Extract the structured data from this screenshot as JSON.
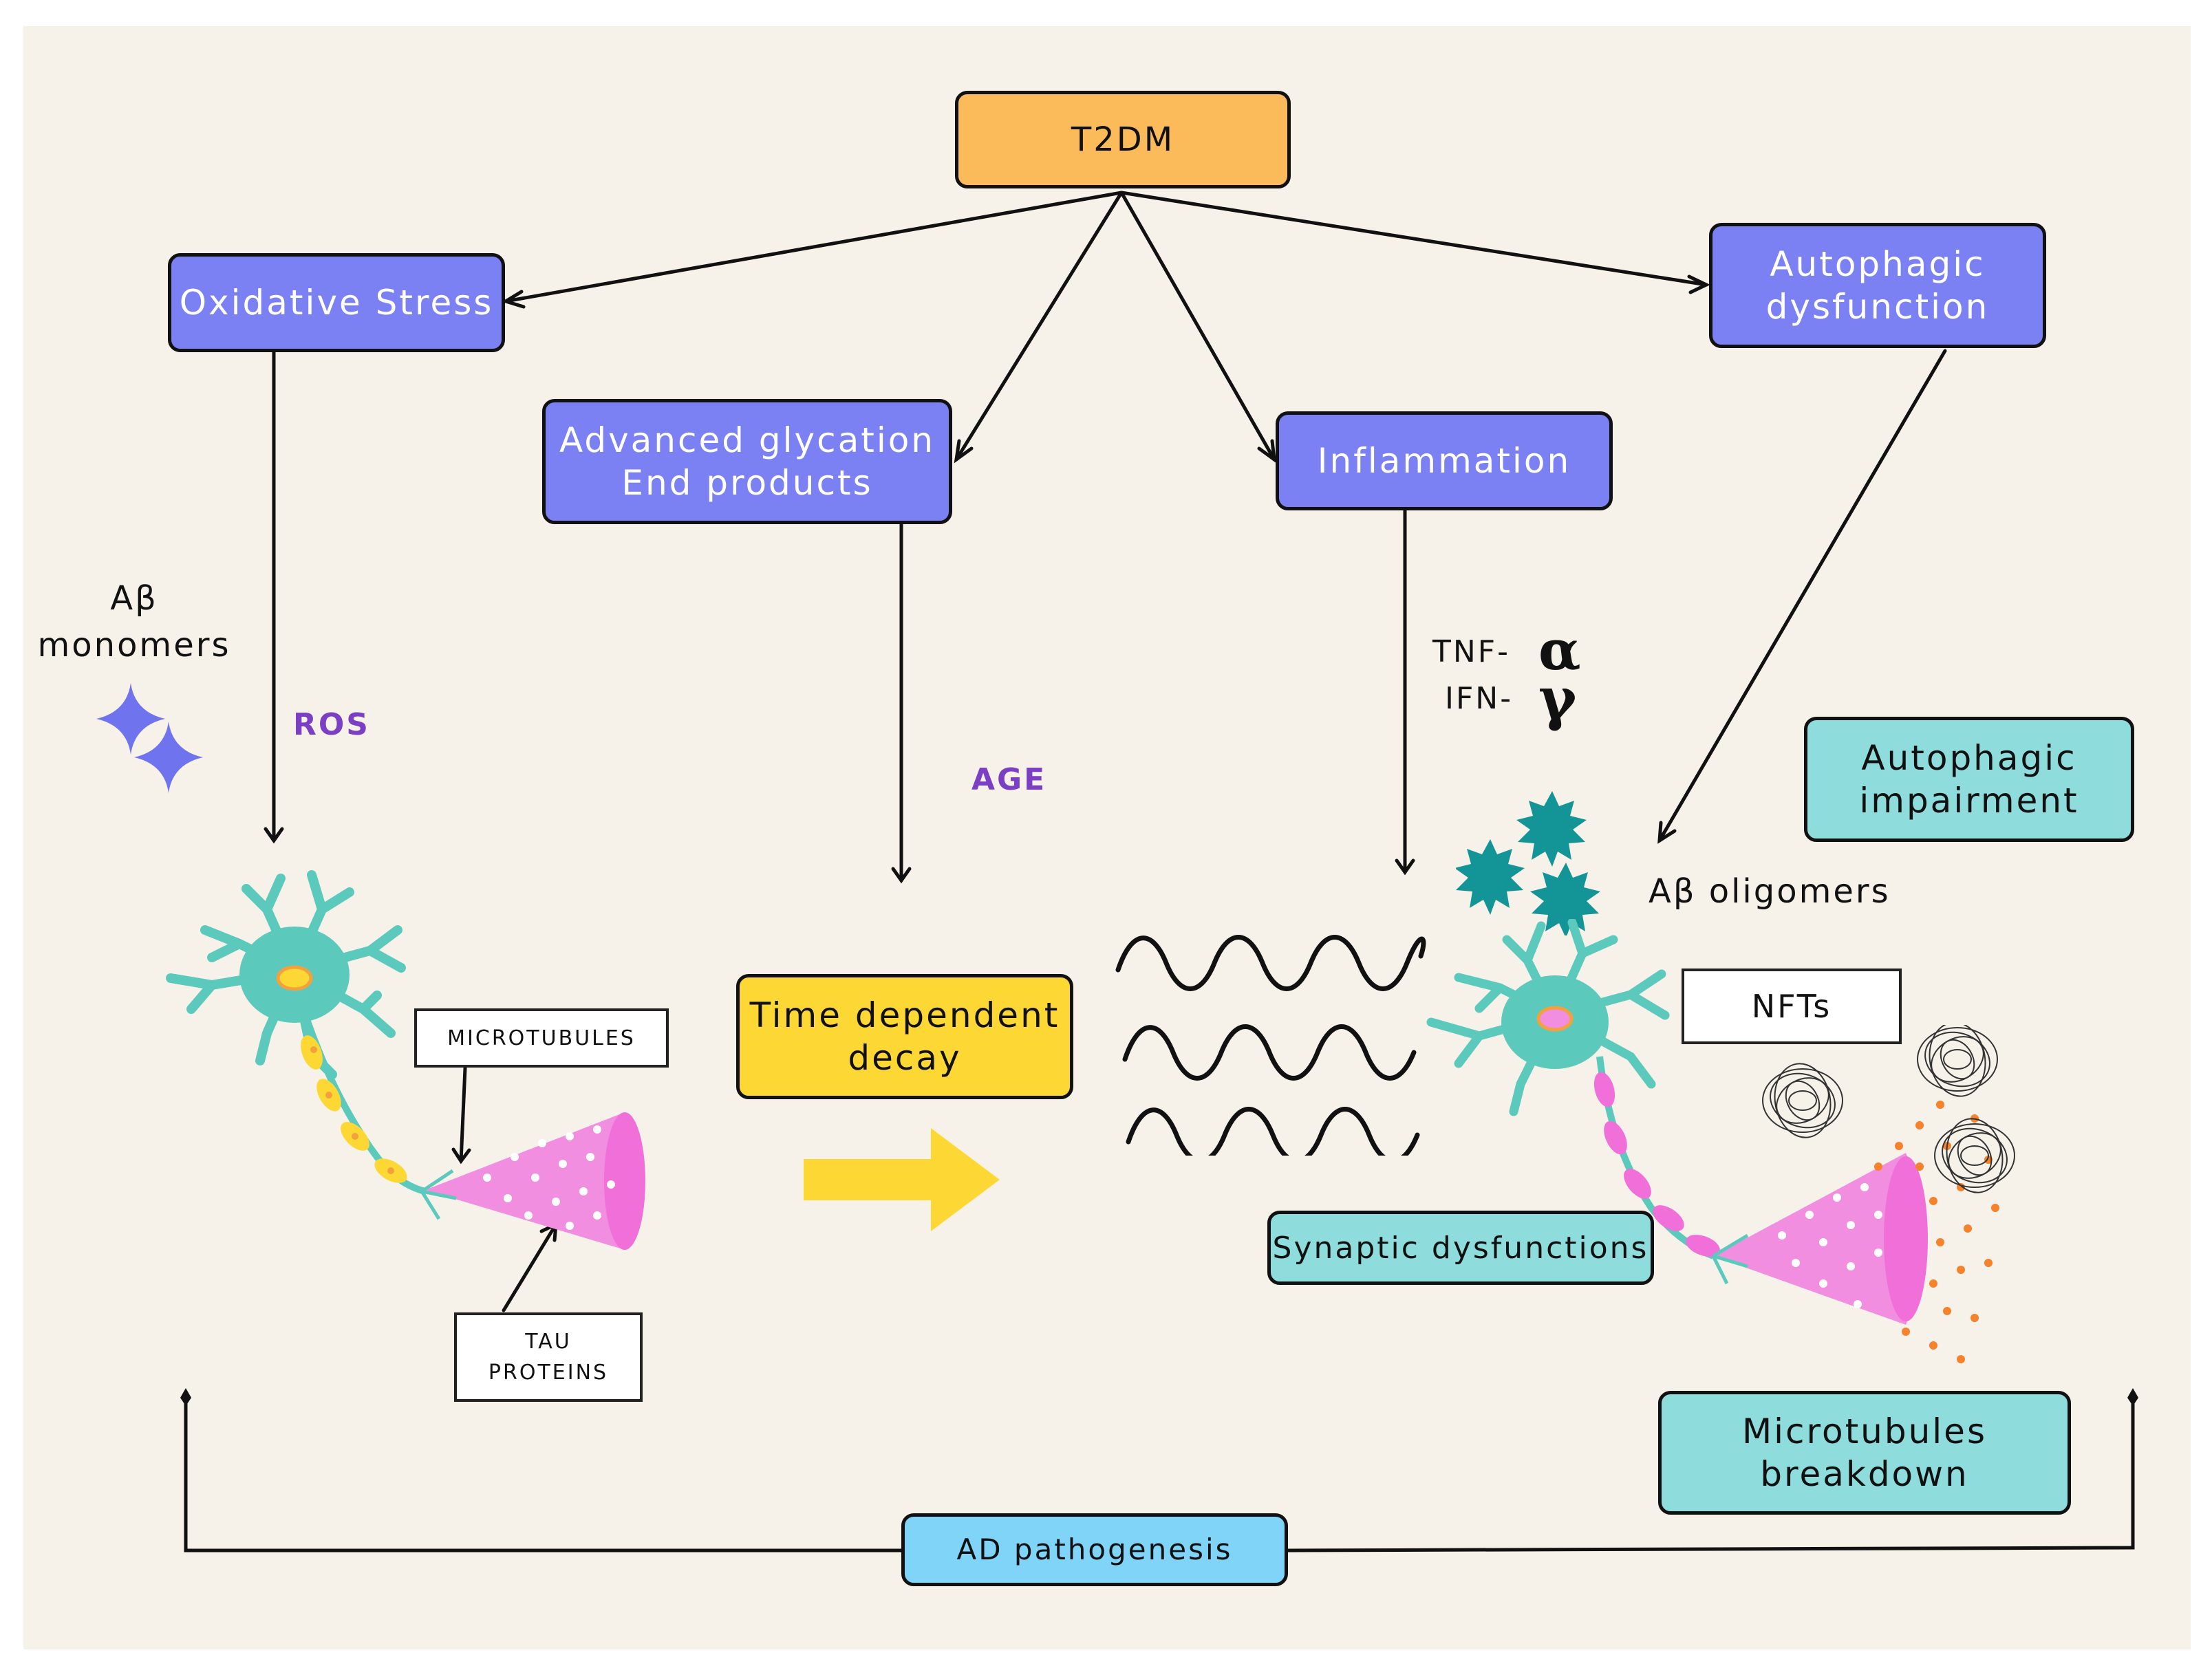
{
  "nodes": {
    "t2dm": "T2DM",
    "oxidative_stress": "Oxidative Stress",
    "age_products": "Advanced glycation\nEnd products",
    "inflammation": "Inflammation",
    "autophagic_dysfunction": "Autophagic\ndysfunction",
    "time_decay": "Time dependent\ndecay",
    "autophagic_impairment": "Autophagic\nimpairment",
    "synaptic_dysfunctions": "Synaptic dysfunctions",
    "microtubules_breakdown": "Microtubules\nbreakdown",
    "ad_pathogenesis": "AD pathogenesis"
  },
  "labels": {
    "ab_monomers": "Aβ\nmonomers",
    "ros": "ROS",
    "age": "AGE",
    "tnf": "TNF-",
    "ifn": "IFN-",
    "alpha": "α",
    "gamma": "γ",
    "ab_oligomers": "Aβ oligomers",
    "microtubules": "MICROTUBULES",
    "tau_proteins": "TAU\nPROTEINS",
    "nfts": "NFTs"
  },
  "colors": {
    "background": "#f6f2ea",
    "process_box": "#7b80f2",
    "outcome_box": "#8edcdb",
    "root_box": "#fbbb5a",
    "decay_box": "#fdd835",
    "pathogenesis_box": "#80d4f7",
    "neuron": "#5cc9bd",
    "axon_terminal": "#f28ee0",
    "ros_text": "#7b3fc4"
  },
  "icons": [
    "sparkle-star-icon",
    "neuron-icon",
    "damaged-neuron-icon",
    "yellow-arrow-icon",
    "wavy-line-icon",
    "spiky-cytokine-icon",
    "tangle-icon"
  ]
}
